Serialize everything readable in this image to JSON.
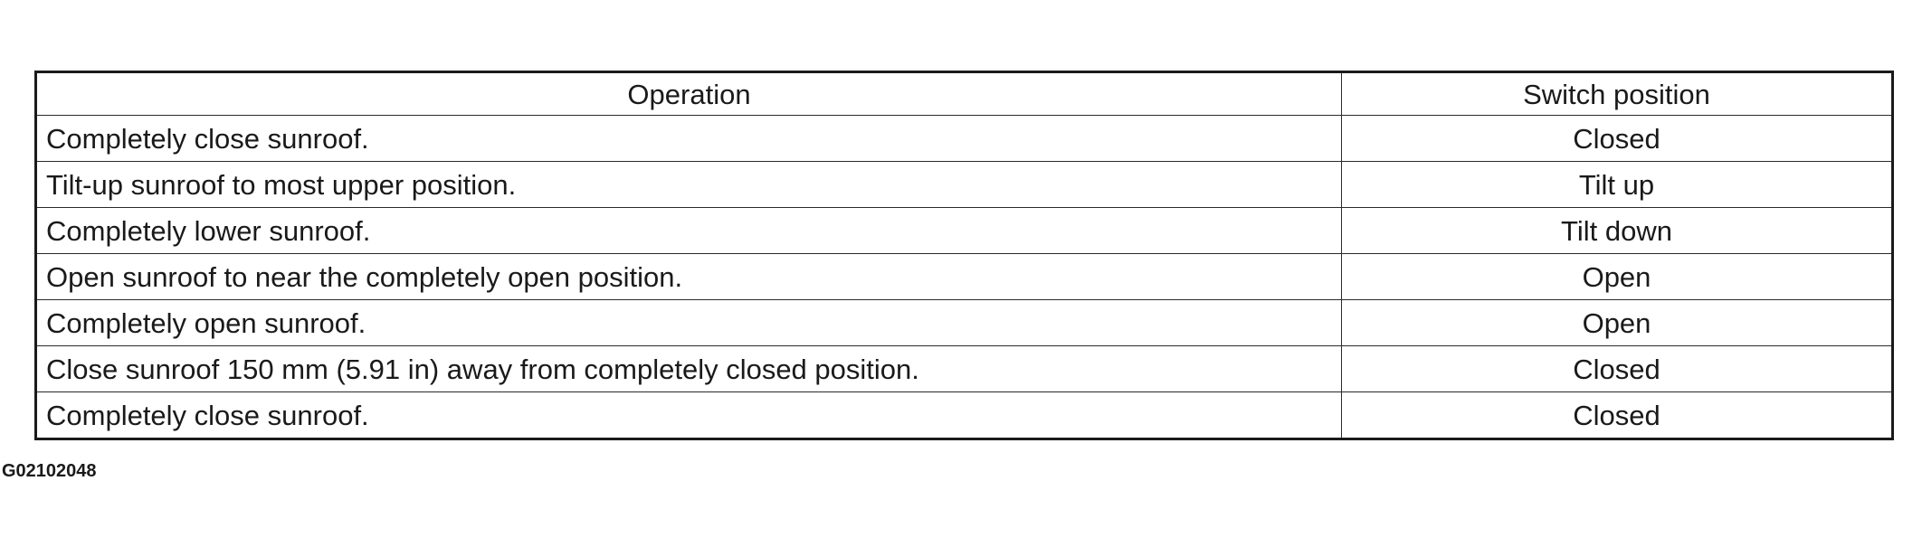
{
  "table": {
    "headers": {
      "operation": "Operation",
      "switch_position": "Switch position"
    },
    "rows": [
      {
        "operation": "Completely close sunroof.",
        "switch_position": "Closed"
      },
      {
        "operation": "Tilt-up sunroof to most upper position.",
        "switch_position": "Tilt up"
      },
      {
        "operation": "Completely lower sunroof.",
        "switch_position": "Tilt down"
      },
      {
        "operation": "Open sunroof to near the completely open position.",
        "switch_position": "Open"
      },
      {
        "operation": "Completely open sunroof.",
        "switch_position": "Open"
      },
      {
        "operation": "Close sunroof 150 mm (5.91 in) away from completely closed position.",
        "switch_position": "Closed"
      },
      {
        "operation": "Completely close sunroof.",
        "switch_position": "Closed"
      }
    ]
  },
  "figure_id": "G02102048"
}
